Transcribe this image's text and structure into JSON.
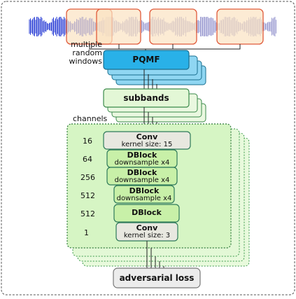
{
  "labels": {
    "windows": [
      "multiple",
      "random windows"
    ],
    "pqmf": "PQMF",
    "subbands": "subbands",
    "channels": "channels",
    "loss": "adversarial loss"
  },
  "layers": [
    {
      "channels": "16",
      "title": "Conv",
      "sub": "kernel size: 15",
      "kind": "conv"
    },
    {
      "channels": "64",
      "title": "DBlock",
      "sub": "downsample x4",
      "kind": "dblock"
    },
    {
      "channels": "256",
      "title": "DBlock",
      "sub": "downsample x4",
      "kind": "dblock"
    },
    {
      "channels": "512",
      "title": "DBlock",
      "sub": "downsample x4",
      "kind": "dblock"
    },
    {
      "channels": "512",
      "title": "DBlock",
      "sub": "",
      "kind": "dblock"
    },
    {
      "channels": "1",
      "title": "Conv",
      "sub": "kernel size: 3",
      "kind": "conv"
    }
  ],
  "colors": {
    "frame_border": "#555555",
    "waveform_blue": "#2b3fd6",
    "waveform_gray": "#9a9ad0",
    "window_fill": "#fbe3c2",
    "window_border": "#e05a3a",
    "pqmf_fill": "#29b1e8",
    "pqmf_back": "#8fd6f2",
    "pqmf_border": "#1a6f8f",
    "subband_fill": "#e3f7d6",
    "subband_border": "#3a8a4a",
    "panel_fill": "#d6f5c4",
    "panel_back": "#e8fadc",
    "panel_border": "#3a9a4a",
    "dblock_fill": "#c8f0a8",
    "conv_fill": "#e8e8e0",
    "block_border": "#2f7a5a",
    "loss_fill": "#ececec",
    "loss_border": "#777777"
  }
}
